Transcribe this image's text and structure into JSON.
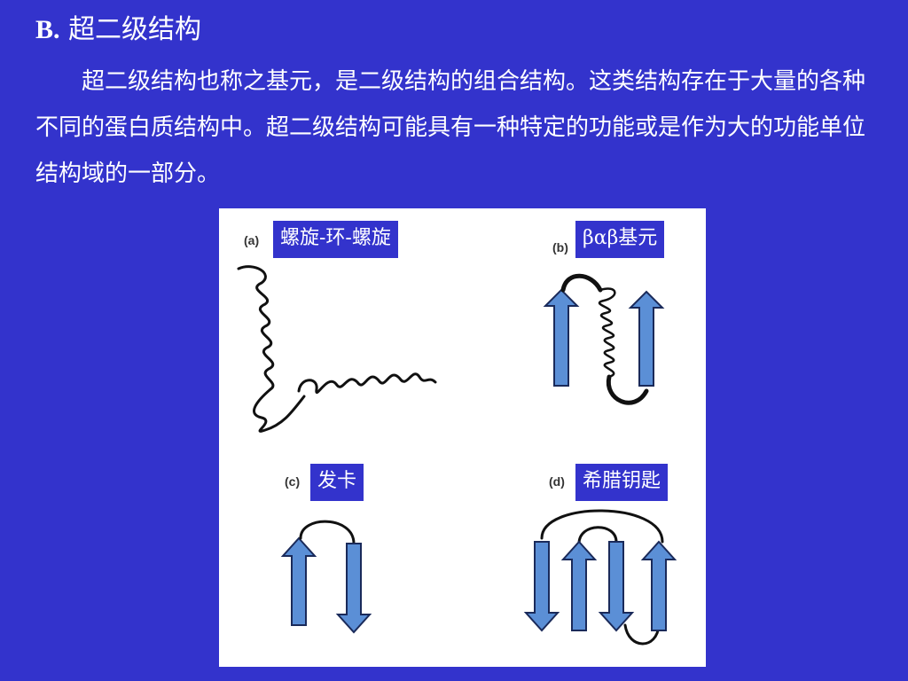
{
  "title": {
    "label": "B.",
    "text": "超二级结构"
  },
  "paragraph": "超二级结构也称之基元，是二级结构的组合结构。这类结构存在于大量的各种不同的蛋白质结构中。超二级结构可能具有一种特定的功能或是作为大的功能单位结构域的一部分。",
  "figure": {
    "panels": [
      {
        "letter": "(a)",
        "label": "螺旋-环-螺旋"
      },
      {
        "letter": "(b)",
        "label": "βαβ基元"
      },
      {
        "letter": "(c)",
        "label": "发卡"
      },
      {
        "letter": "(d)",
        "label": "希腊钥匙"
      }
    ]
  },
  "colors": {
    "background": "#3333cc",
    "panel": "#ffffff",
    "strand_arrow": "#5b8fd6",
    "strand_outline": "#1a2a5a",
    "line": "#111111"
  }
}
